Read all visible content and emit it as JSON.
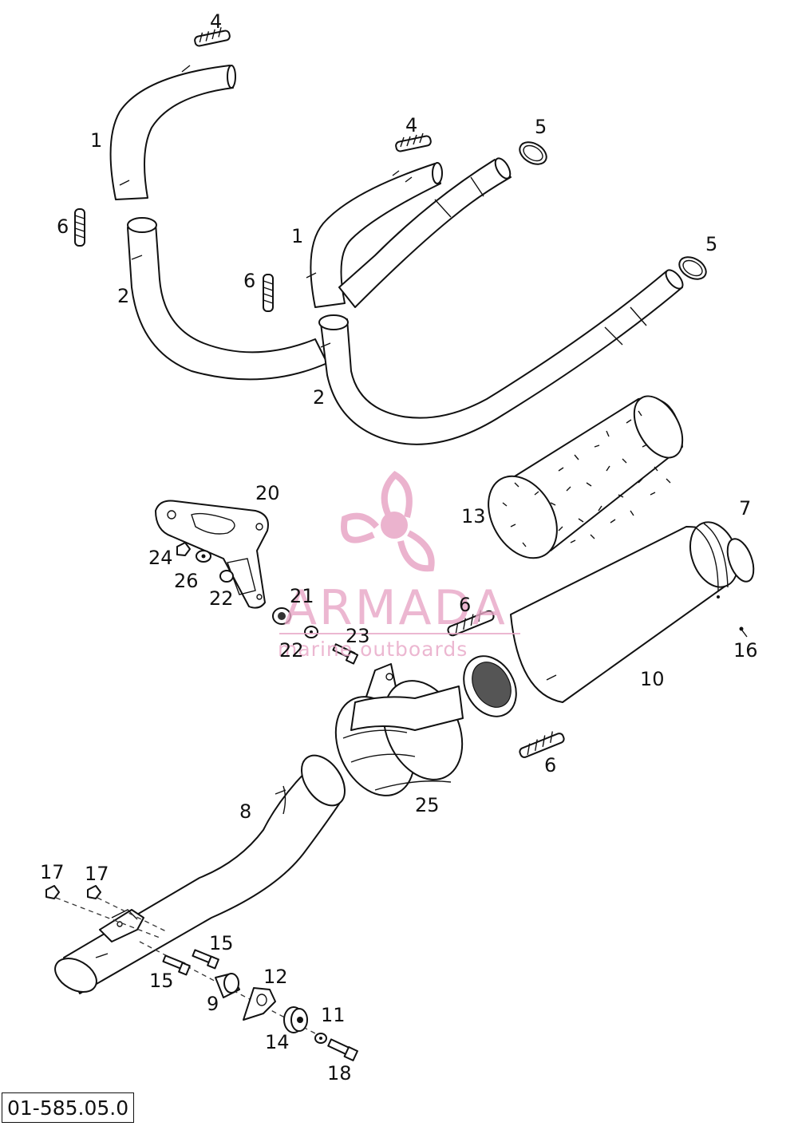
{
  "diagram": {
    "reference_number": "01-585.05.0",
    "callouts": {
      "header_pipe_upper_a": "1",
      "header_pipe_lower_a": "2",
      "spring_top": "4",
      "clamp_a": "5",
      "spring_left": "6",
      "spring_middle": "6",
      "header_pipe_upper_b": "1",
      "header_pipe_lower_b": "2",
      "spring_mid_right": "4",
      "clamp_b": "5",
      "silencer_insert": "13",
      "end_cap": "7",
      "bracket": "20",
      "nut_24": "24",
      "washer_26": "26",
      "spacer_22_a": "22",
      "grommet_21": "21",
      "spacer_22_b": "22",
      "bolt_23": "23",
      "spring_6_center": "6",
      "rivet_16": "16",
      "silencer_10": "10",
      "spring_6_lower": "6",
      "mount_band_25": "25",
      "link_pipe_8": "8",
      "nut_17_a": "17",
      "nut_17_b": "17",
      "bolt_15_a": "15",
      "bolt_15_b": "15",
      "bush_9": "9",
      "holder_12": "12",
      "rubber_14": "14",
      "washer_11": "11",
      "bolt_18": "18"
    }
  },
  "watermark": {
    "brand": "ARMADA",
    "tagline": "marine outboards",
    "color": "#e8a6c6"
  }
}
